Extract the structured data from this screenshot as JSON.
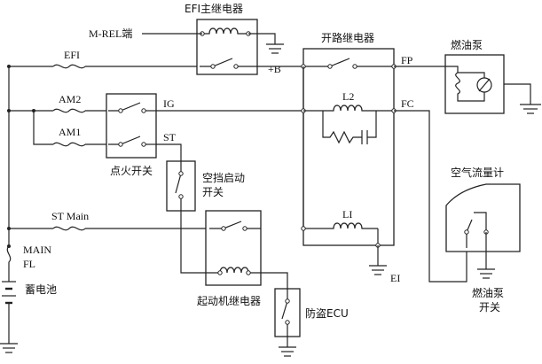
{
  "labels": {
    "efi_relay": "EFI主继电器",
    "m_rel": "M-REL端",
    "b_plus": "+B",
    "efi": "EFI",
    "am2": "AM2",
    "am1": "AM1",
    "ig": "IG",
    "st": "ST",
    "ignition_switch": "点火开关",
    "neutral_start_switch_line1": "空挡启动",
    "neutral_start_switch_line2": "开关",
    "st_main": "ST Main",
    "main_fl_1": "MAIN",
    "main_fl_2": "FL",
    "battery": "蓄电池",
    "circuit_opening_relay": "开路继电器",
    "fp": "FP",
    "fc": "FC",
    "l2": "L2",
    "l1": "LI",
    "ei": "EI",
    "fuel_pump": "燃油泵",
    "airflow_meter": "空气流量计",
    "fuel_pump_switch_line1": "燃油泵",
    "fuel_pump_switch_line2": "开关",
    "starter_relay": "起动机继电器",
    "immobilizer_ecu": "防盗ECU"
  }
}
